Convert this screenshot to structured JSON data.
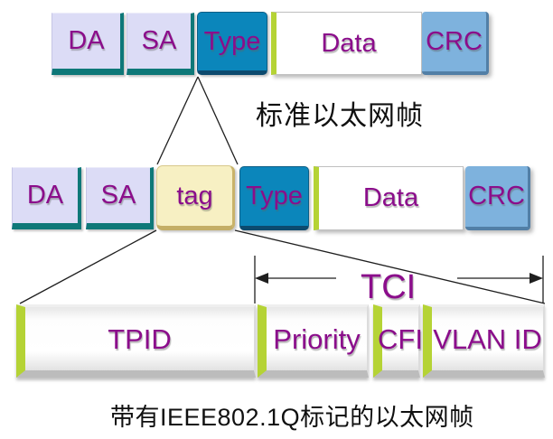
{
  "standard_frame": {
    "caption": "标准以太网帧",
    "fields": [
      {
        "label": "DA"
      },
      {
        "label": "SA"
      },
      {
        "label": "Type"
      },
      {
        "label": "Data"
      },
      {
        "label": "CRC"
      }
    ]
  },
  "tagged_frame": {
    "caption": "带有IEEE802.1Q标记的以太网帧",
    "fields": [
      {
        "label": "DA"
      },
      {
        "label": "SA"
      },
      {
        "label": "tag"
      },
      {
        "label": "Type"
      },
      {
        "label": "Data"
      },
      {
        "label": "CRC"
      }
    ]
  },
  "tag_detail": {
    "tci_label": "TCI",
    "fields": [
      {
        "label": "TPID"
      },
      {
        "label": "Priority"
      },
      {
        "label": "CFI"
      },
      {
        "label": "VLAN ID"
      }
    ]
  },
  "colors": {
    "label_text": "#8B0D8B",
    "address_field": "#DCDCF6",
    "address_bevel": "#0E7878",
    "type_field": "#0B86BB",
    "tag_field": "#F7F0C3",
    "crc_field": "#7EB2DD",
    "chartreuse_edge": "#B5D335",
    "caption_text": "#101010"
  }
}
